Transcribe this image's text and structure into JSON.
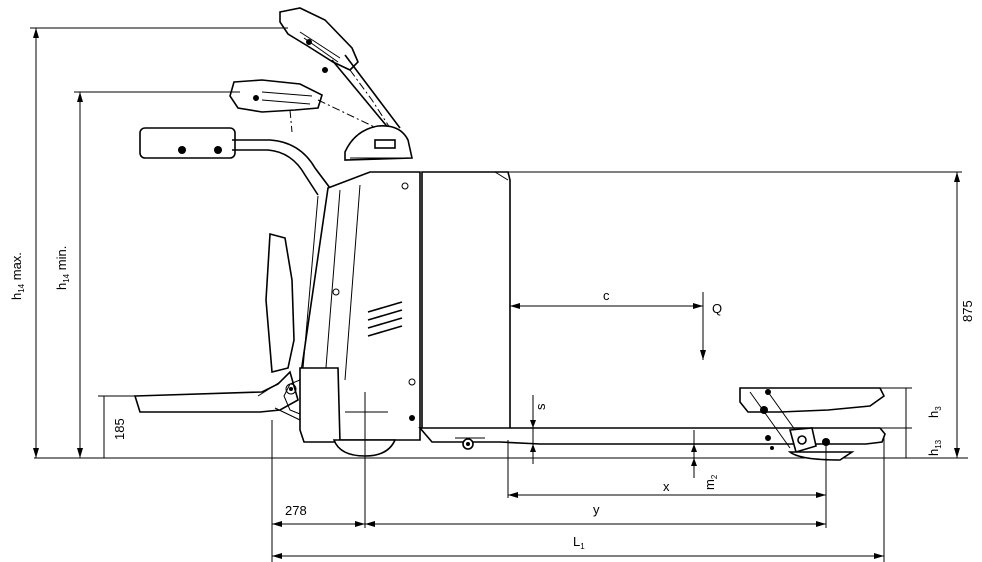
{
  "dimensions": {
    "h14_max": {
      "main": "h",
      "sub": "14",
      "suffix": " max."
    },
    "h14_min": {
      "main": "h",
      "sub": "14",
      "suffix": " min."
    },
    "h185": "185",
    "h875": "875",
    "c": "c",
    "Q": "Q",
    "s": "s",
    "h3": {
      "main": "h",
      "sub": "3"
    },
    "h13": {
      "main": "h",
      "sub": "13"
    },
    "m2": {
      "main": "m",
      "sub": "2"
    },
    "x": "x",
    "y": "y",
    "d278": "278",
    "L1": {
      "main": "L",
      "sub": "1"
    }
  }
}
